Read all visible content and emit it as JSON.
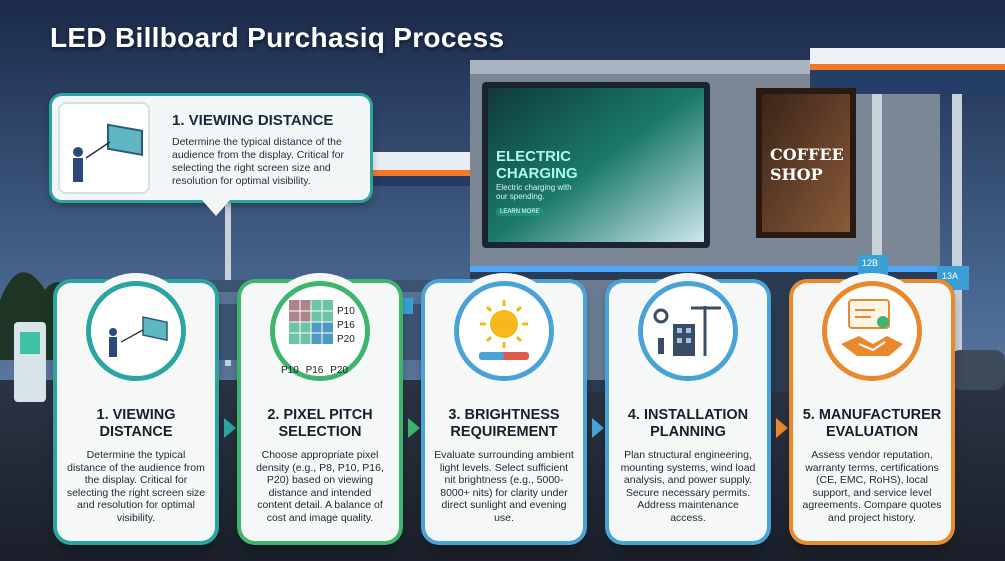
{
  "title": "LED Billboard Purchasiq Process",
  "colors": {
    "teal": "#2aa5a0",
    "green": "#3db56d",
    "blue": "#4aa3d6",
    "orange": "#e8892e"
  },
  "callout": {
    "icon": "viewing-distance-icon",
    "title": "1. VIEWING DISTANCE",
    "body": "Determine the typical distance of the audience from the display. Critical for selecting the right screen size and resolution for optimal visibility."
  },
  "billboard": {
    "headline": "ELECTRIC CHARGING",
    "sub": "Electric charging with our spending.",
    "button": "LEARN MORE"
  },
  "coffee_sign": "COFFEE SHOP",
  "station_sign": "12B",
  "station_sign_b": "13A",
  "steps": [
    {
      "icon": "viewing-distance-icon",
      "title_line1": "1. VIEWING",
      "title_line2": "DISTANCE",
      "body": "Determine the typical distance of the audience from the display. Critical for selecting the right screen size and resolution for optimal visibility."
    },
    {
      "icon": "pixel-grid-icon",
      "title_line1": "2. PIXEL PITCH",
      "title_line2": "SELECTION",
      "body": "Choose appropriate pixel density (e.g., P8, P10, P16, P20) based on viewing distance and intended content detail. A balance of cost and image quality.",
      "side_labels": [
        "P10",
        "P16",
        "P20"
      ],
      "bottom_labels": [
        "P10",
        "P16",
        "P20"
      ]
    },
    {
      "icon": "sun-brightness-icon",
      "title_line1": "3. BRIGHTNESS",
      "title_line2": "REQUIREMENT",
      "body": "Evaluate surrounding ambient light levels. Select sufficient nit brightness (e.g., 5000-8000+ nits) for clarity under direct sunlight and evening use."
    },
    {
      "icon": "crane-building-icon",
      "title_line1": "4. INSTALLATION",
      "title_line2": "PLANNING",
      "body": "Plan structural engineering, mounting systems, wind load analysis, and power supply. Secure necessary permits. Address maintenance access."
    },
    {
      "icon": "handshake-certificate-icon",
      "title_line1": "5. MANUFACTURER",
      "title_line2": "EVALUATION",
      "body": "Assess vendor reputation, warranty terms, certifications (CE, EMC, RoHS), local support, and service level agreements. Compare quotes and project history."
    }
  ]
}
